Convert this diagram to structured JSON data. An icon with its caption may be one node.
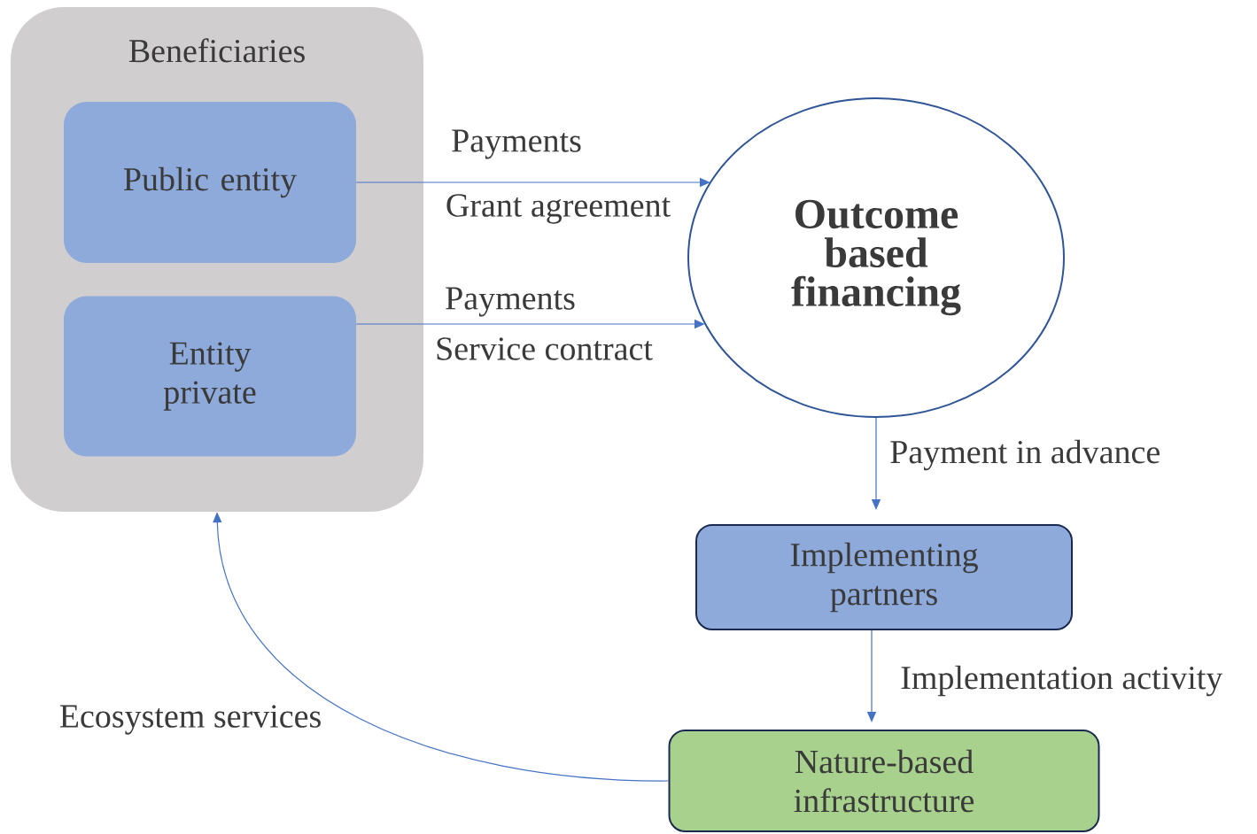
{
  "diagram": {
    "nodes": [
      {
        "text": [
          "Beneficiaries"
        ]
      },
      {
        "text": [
          "Public entity"
        ],
        "in": 0
      },
      {
        "text": [
          "Entity private"
        ],
        "in": 0
      },
      {
        "text": [
          "Outcome based financing"
        ]
      },
      {
        "text": [
          "Implementing partners"
        ]
      },
      {
        "text": [
          "Nature-based infrastructure"
        ]
      }
    ],
    "edges": [
      {
        "from": 1,
        "to": 3,
        "arrow": "to",
        "label": "Payments"
      },
      {
        "from": 2,
        "to": 3,
        "arrow": "to",
        "label": "Payments"
      },
      {
        "from": 3,
        "to": 4,
        "arrow": "to",
        "label": "Payment in advance"
      },
      {
        "from": 4,
        "to": 5,
        "arrow": "to",
        "label": "Implementation activity"
      },
      {
        "from": 5,
        "to": 0,
        "arrow": "to",
        "label": "Ecosystem services"
      }
    ],
    "labels": [
      "Grant agreement",
      "Service contract"
    ]
  }
}
